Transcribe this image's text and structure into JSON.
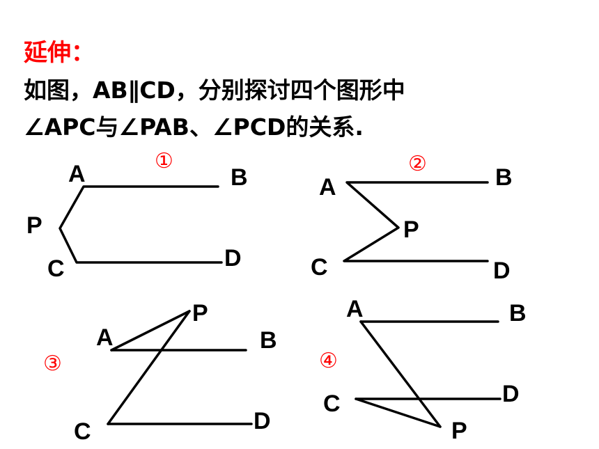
{
  "heading": "延伸：",
  "problem": {
    "line1": "如图，AB∥CD，分别探讨四个图形中",
    "line2": "∠APC与∠PAB、∠PCD的关系."
  },
  "colors": {
    "heading": "#ff0000",
    "text": "#000000",
    "figure_number": "#ff0000"
  },
  "figures": [
    {
      "number": "①",
      "labels": {
        "A": "A",
        "B": "B",
        "C": "C",
        "D": "D",
        "P": "P"
      }
    },
    {
      "number": "②",
      "labels": {
        "A": "A",
        "B": "B",
        "C": "C",
        "D": "D",
        "P": "P"
      }
    },
    {
      "number": "③",
      "labels": {
        "A": "A",
        "B": "B",
        "C": "C",
        "D": "D",
        "P": "P"
      }
    },
    {
      "number": "④",
      "labels": {
        "A": "A",
        "B": "B",
        "C": "C",
        "D": "D",
        "P": "P"
      }
    }
  ]
}
